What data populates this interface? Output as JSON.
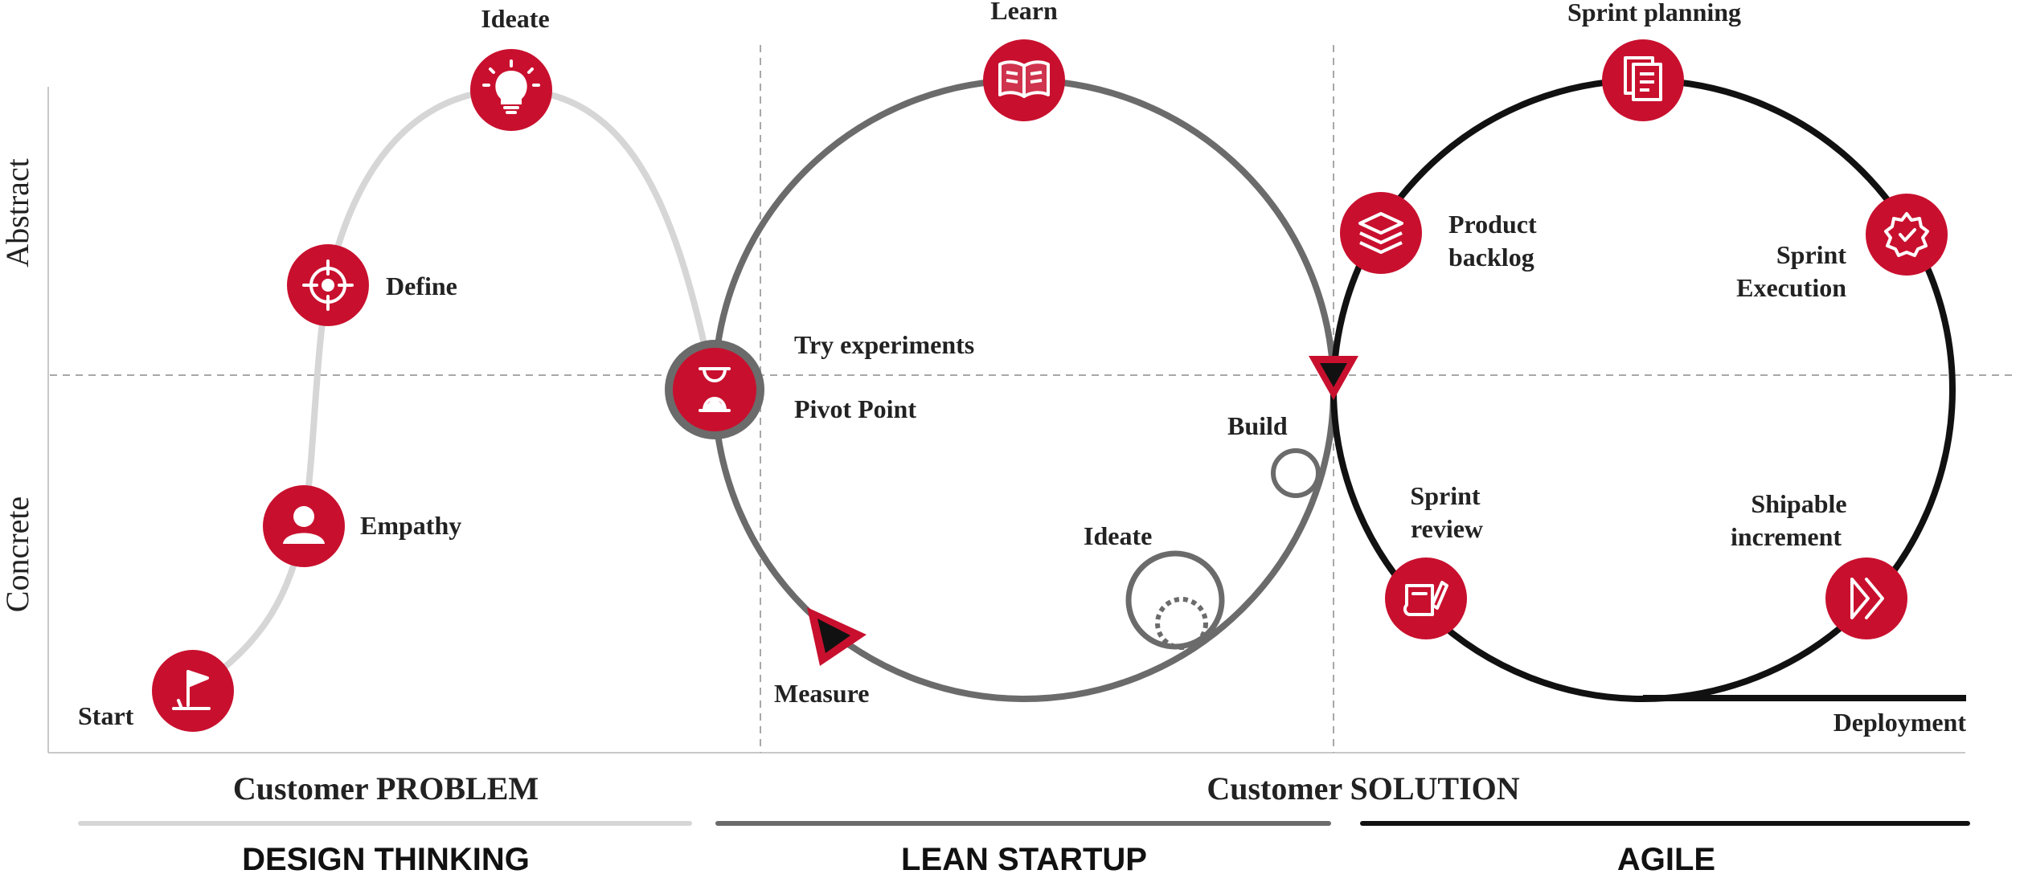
{
  "axes": {
    "abstract_label": "Abstract",
    "concrete_label": "Concrete"
  },
  "colors": {
    "accent": "#c8102e",
    "design_line": "#d6d6d6",
    "lean_line": "#6b6b6b",
    "agile_line": "#111111",
    "divider": "#a8a8a8"
  },
  "design_thinking": {
    "steps": {
      "start": {
        "label": "Start",
        "icon": "flag-icon"
      },
      "empathy": {
        "label": "Empathy",
        "icon": "user-icon"
      },
      "define": {
        "label": "Define",
        "icon": "target-icon"
      },
      "ideate": {
        "label": "Ideate",
        "icon": "lightbulb-icon"
      }
    }
  },
  "lean_startup": {
    "learn": {
      "label": "Learn",
      "icon": "book-icon"
    },
    "try_experiments": "Try experiments",
    "pivot_point": {
      "label": "Pivot Point",
      "icon": "hourglass-icon"
    },
    "build": "Build",
    "ideate": "Ideate",
    "measure": "Measure"
  },
  "agile": {
    "sprint_planning": {
      "label": "Sprint planning",
      "icon": "planning-board-icon"
    },
    "product_backlog": {
      "line1": "Product",
      "line2": "backlog",
      "icon": "layers-icon"
    },
    "sprint_execution": {
      "line1": "Sprint",
      "line2": "Execution",
      "icon": "gear-check-icon"
    },
    "sprint_review": {
      "line1": "Sprint",
      "line2": "review",
      "icon": "review-icon"
    },
    "shipable_increment": {
      "line1": "Shipable",
      "line2": "increment",
      "icon": "fast-forward-icon"
    },
    "deployment": "Deployment"
  },
  "bottom": {
    "customer_problem": "Customer PROBLEM",
    "customer_solution": "Customer SOLUTION",
    "design_thinking": "DESIGN THINKING",
    "lean_startup": "LEAN STARTUP",
    "agile": "AGILE"
  }
}
